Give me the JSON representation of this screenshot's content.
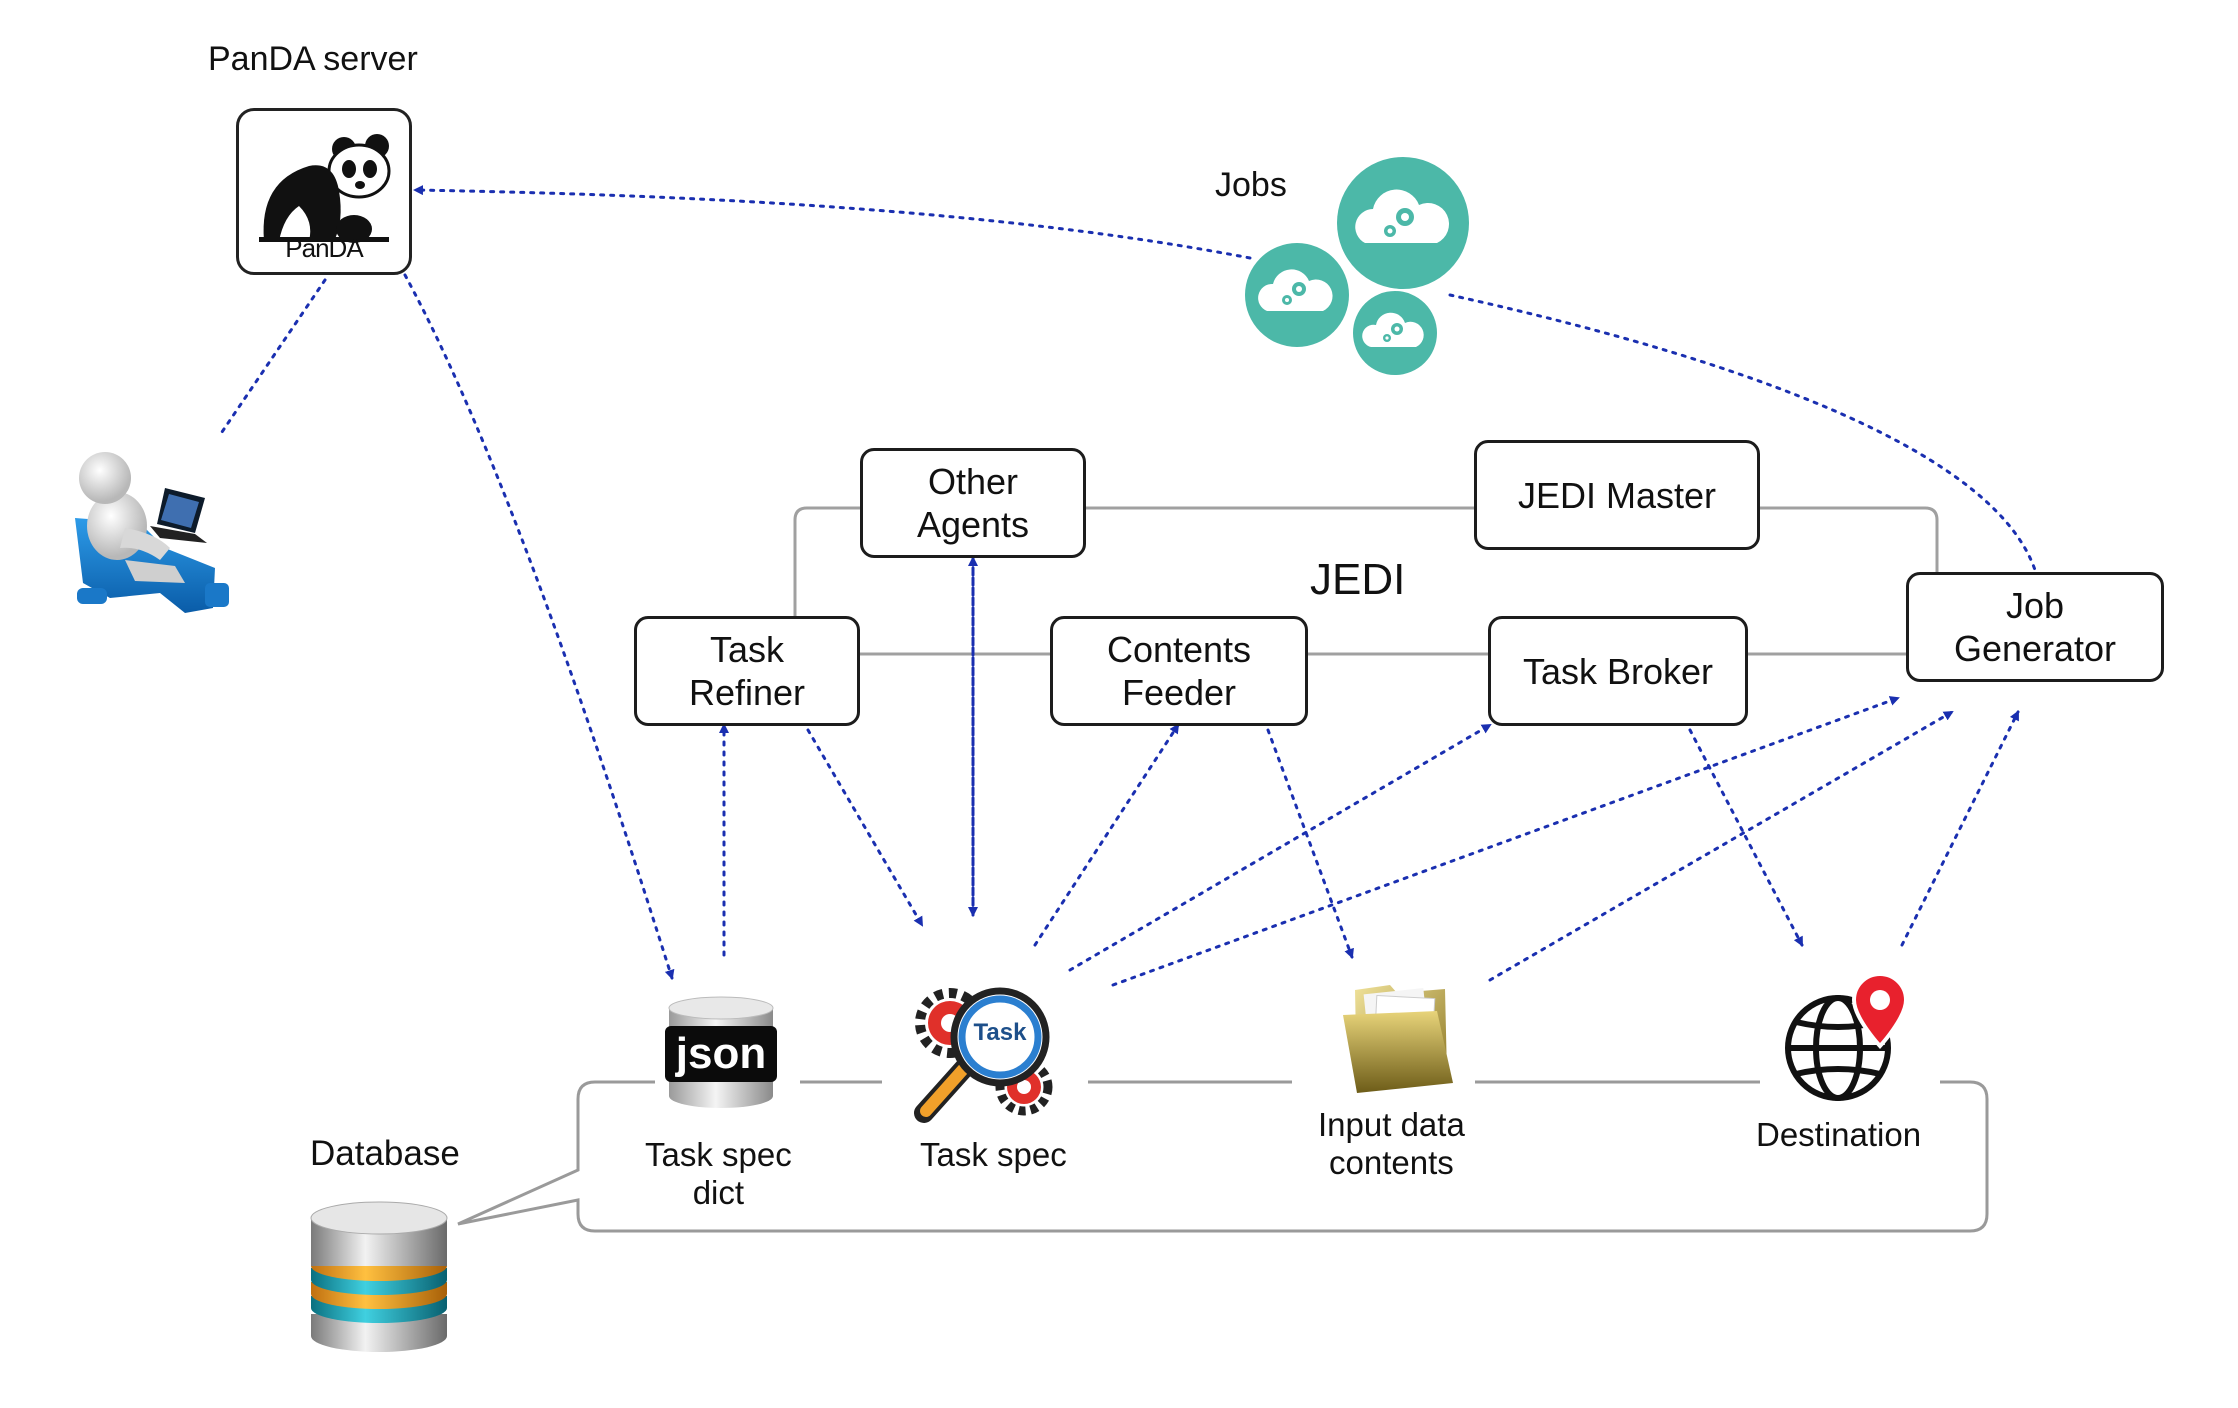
{
  "labels": {
    "panda_server": "PanDA server",
    "panda_logo_text": "PanDA",
    "jobs": "Jobs",
    "jedi": "JEDI",
    "database": "Database",
    "json_icon_text": "json",
    "task_icon_text": "Task"
  },
  "agents": {
    "other_agents": "Other\nAgents",
    "jedi_master": "JEDI Master",
    "task_refiner": "Task\nRefiner",
    "contents_feeder": "Contents\nFeeder",
    "task_broker": "Task Broker",
    "job_generator": "Job\nGenerator"
  },
  "database_items": {
    "task_spec_dict": "Task spec\ndict",
    "task_spec": "Task spec",
    "input_data_contents": "Input data\ncontents",
    "destination": "Destination"
  },
  "colors": {
    "arrow": "#1a2fb0",
    "connector": "#a0a0a0",
    "cloud_teal": "#4cb8a8",
    "pin_red": "#e8212d",
    "db_orange": "#f0a020",
    "db_teal": "#2ab0c0"
  }
}
